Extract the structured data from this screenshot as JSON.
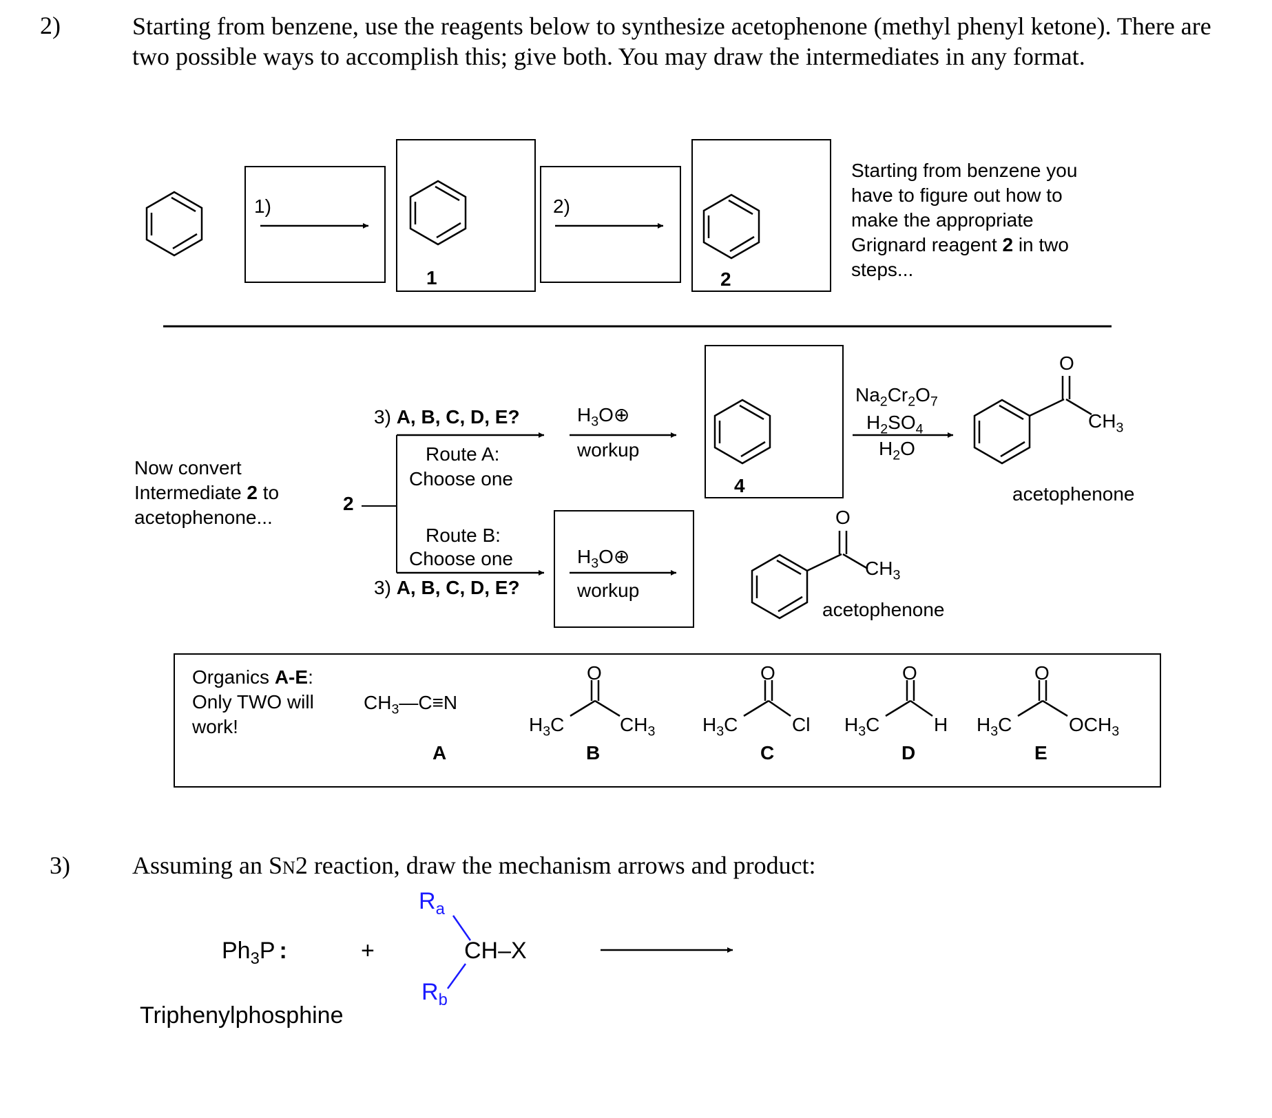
{
  "q2": {
    "number": "2)",
    "text": "Starting from benzene, use the reagents below to synthesize acetophenone (methyl phenyl ketone). There are two possible ways to accomplish this; give both.  You may draw the intermediates in any format.",
    "step1_label": "1)",
    "step2_label": "2)",
    "intermediate1_label": "1",
    "intermediate2_label": "2",
    "grignard_note_pre": "Starting from benzene you have to figure out how to make the appropriate Grignard reagent",
    "grignard_note_bold": "2",
    "grignard_note_post": "in two steps...",
    "convert_pre": "Now convert Intermediate",
    "convert_bold": "2",
    "convert_post": "to acetophenone...",
    "branch_label": "2",
    "step3_num": "3)",
    "step3_options": "A, B, C, D, E?",
    "routeA_title": "Route A:",
    "routeA_sub": "Choose one",
    "routeB_title": "Route B:",
    "routeB_sub": "Choose one",
    "hydronium": "H3O⊕",
    "workup": "workup",
    "intermediate4_label": "4",
    "oxidant_1": "Na2Cr2O7",
    "oxidant_2": "H2SO4",
    "oxidant_3": "H2O",
    "product_name": "acetophenone",
    "methyl": "CH3",
    "oxygen": "O",
    "organics_title_pre": "Organics",
    "organics_title_bold": "A-E",
    "organics_title_post": ":",
    "organics_sub": "Only TWO will work!",
    "compounds": [
      {
        "letter": "A",
        "formula": "CH3—C≡N"
      },
      {
        "letter": "B",
        "left": "H3C",
        "right": "CH3"
      },
      {
        "letter": "C",
        "left": "H3C",
        "right": "Cl"
      },
      {
        "letter": "D",
        "left": "H3C",
        "right": "H"
      },
      {
        "letter": "E",
        "left": "H3C",
        "right": "OCH3"
      }
    ]
  },
  "q3": {
    "number": "3)",
    "text_pre": "Assuming an S",
    "text_sub": "N",
    "text_post": "2 reaction, draw the mechanism arrows and product:",
    "nucleophile": "Ph3P",
    "lone_pair": ":",
    "plus": "+",
    "ra": "Ra",
    "rb": "Rb",
    "center": "CH–X",
    "nucleophile_name": "Triphenylphosphine"
  },
  "colors": {
    "text": "#000000",
    "substituent_blue": "#1a1aff"
  }
}
